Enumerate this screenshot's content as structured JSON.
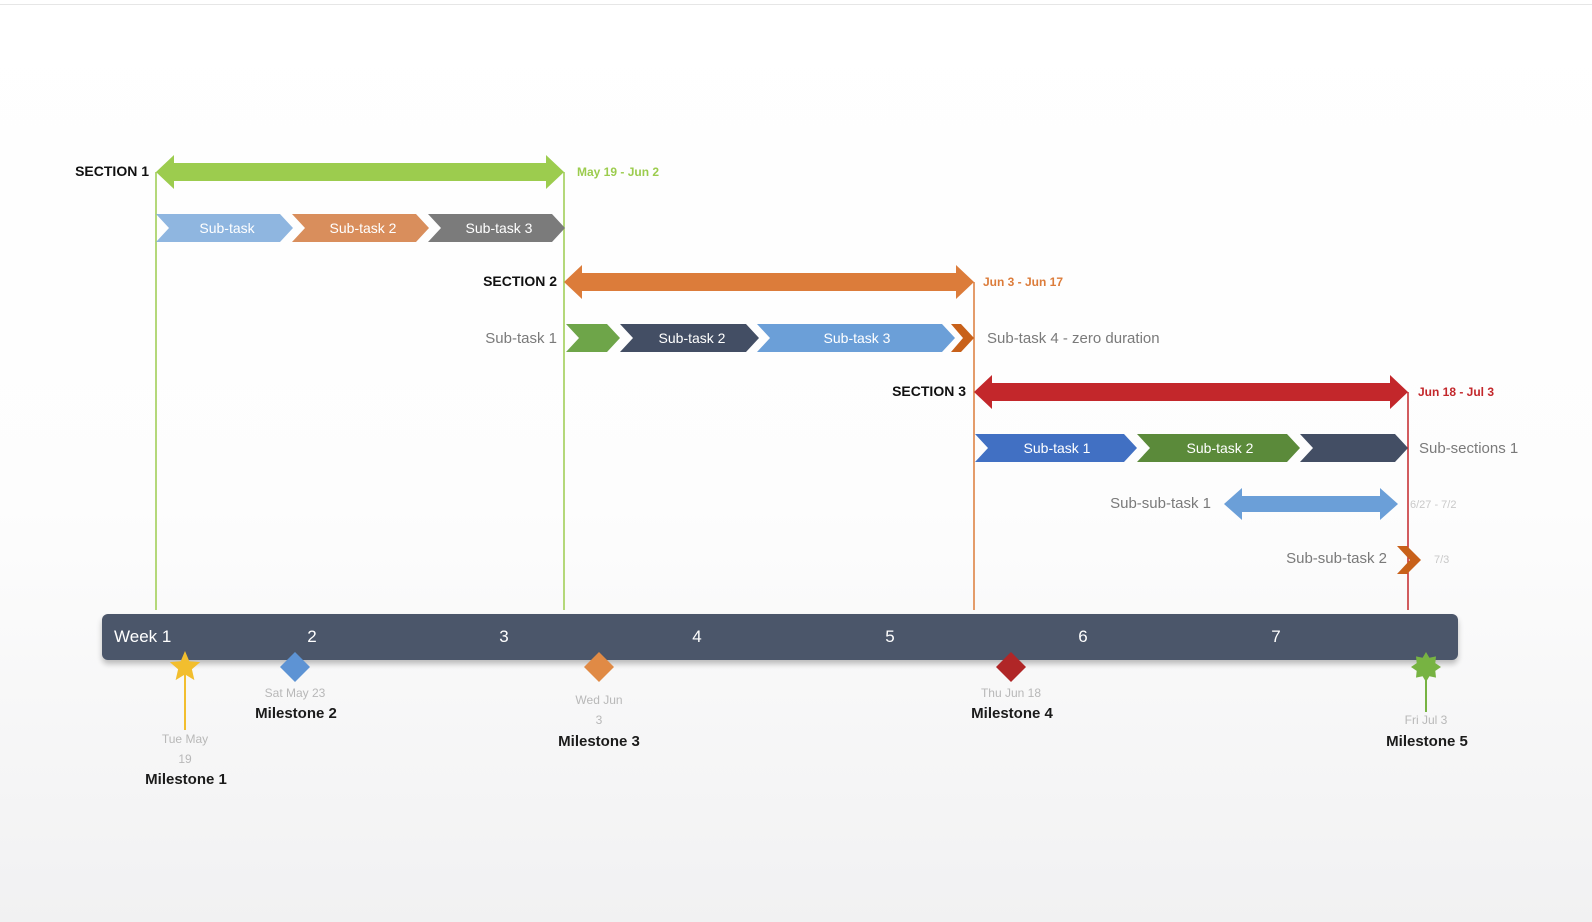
{
  "colors": {
    "section1": "#9ccc4e",
    "section2": "#dc7c3a",
    "section3": "#c3272b",
    "axis": "#4c566b",
    "light_blue": "#8fb6e0",
    "tan": "#d98e5c",
    "gray": "#7b7b7b",
    "green": "#6ea549",
    "navy": "#434e64",
    "blue": "#6b9fd8",
    "royal": "#4170c3",
    "dark_green": "#5b8a3a",
    "orange": "#c8611a",
    "gold": "#f2be2e",
    "diamond_blue": "#5d93d4",
    "diamond_orange": "#e08a45",
    "diamond_red": "#b02627",
    "star_green": "#77b342"
  },
  "sections": [
    {
      "label": "SECTION 1",
      "range": "May 19 - Jun 2",
      "color_key": "section1",
      "subtasks": [
        {
          "label": "Sub-task",
          "color_key": "light_blue"
        },
        {
          "label": "Sub-task 2",
          "color_key": "tan"
        },
        {
          "label": "Sub-task 3",
          "color_key": "gray"
        }
      ]
    },
    {
      "label": "SECTION 2",
      "range": "Jun 3 - Jun 17",
      "color_key": "section2",
      "subtasks": [
        {
          "label": "Sub-task 1",
          "color_key": "green",
          "outside": true
        },
        {
          "label": "Sub-task 2",
          "color_key": "navy"
        },
        {
          "label": "Sub-task 3",
          "color_key": "blue"
        },
        {
          "label": "Sub-task 4 - zero duration",
          "color_key": "orange",
          "outside": true
        }
      ]
    },
    {
      "label": "SECTION 3",
      "range": "Jun 18 - Jul 3",
      "color_key": "section3",
      "subtasks": [
        {
          "label": "Sub-task 1",
          "color_key": "royal"
        },
        {
          "label": "Sub-task 2",
          "color_key": "dark_green"
        },
        {
          "label": "",
          "color_key": "navy"
        }
      ],
      "subsections_label": "Sub-sections 1",
      "subsubtasks": [
        {
          "label": "Sub-sub-task 1",
          "range": "6/27 - 7/2",
          "color_key": "blue"
        },
        {
          "label": "Sub-sub-task 2",
          "range": "7/3",
          "color_key": "orange"
        }
      ]
    }
  ],
  "axis": {
    "weeks": [
      "Week 1",
      "2",
      "3",
      "4",
      "5",
      "6",
      "7"
    ]
  },
  "milestones": [
    {
      "name": "Milestone 1",
      "date_line1": "Tue May",
      "date_line2": "19",
      "shape": "star",
      "color_key": "gold"
    },
    {
      "name": "Milestone 2",
      "date_line1": "Sat May 23",
      "date_line2": "",
      "shape": "diamond",
      "color_key": "diamond_blue"
    },
    {
      "name": "Milestone 3",
      "date_line1": "Wed Jun",
      "date_line2": "3",
      "shape": "diamond",
      "color_key": "diamond_orange"
    },
    {
      "name": "Milestone 4",
      "date_line1": "Thu Jun 18",
      "date_line2": "",
      "shape": "diamond",
      "color_key": "diamond_red"
    },
    {
      "name": "Milestone 5",
      "date_line1": "Fri Jul 3",
      "date_line2": "",
      "shape": "starburst",
      "color_key": "star_green"
    }
  ]
}
